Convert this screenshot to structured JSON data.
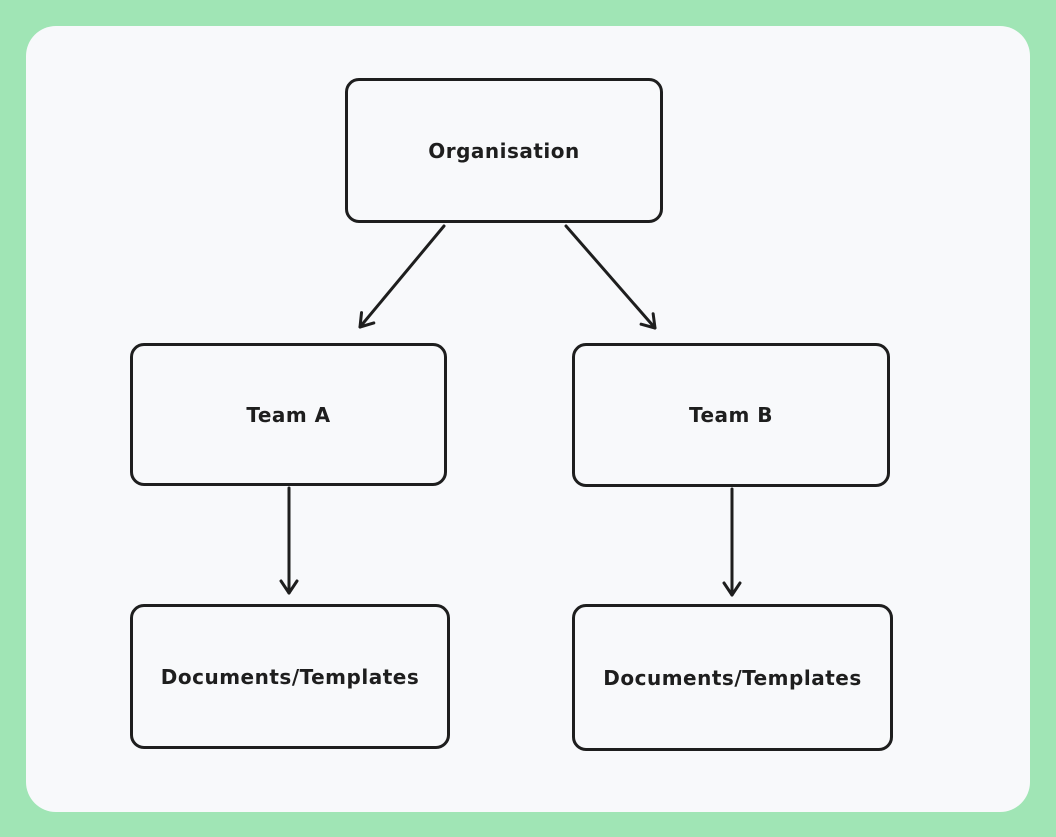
{
  "diagram": {
    "type": "flowchart",
    "nodes": {
      "organisation": {
        "label": "Organisation"
      },
      "team_a": {
        "label": "Team A"
      },
      "team_b": {
        "label": "Team B"
      },
      "docs_a": {
        "label": "Documents/Templates"
      },
      "docs_b": {
        "label": "Documents/Templates"
      }
    },
    "edges": [
      {
        "from": "organisation",
        "to": "team_a",
        "style": "arrow"
      },
      {
        "from": "organisation",
        "to": "team_b",
        "style": "arrow"
      },
      {
        "from": "team_a",
        "to": "docs_a",
        "style": "arrow"
      },
      {
        "from": "team_b",
        "to": "docs_b",
        "style": "arrow"
      }
    ],
    "colors": {
      "frame": "#a0e5b5",
      "canvas": "#f8f9fb",
      "stroke": "#1e1e1e",
      "text": "#1e1e1e"
    }
  }
}
